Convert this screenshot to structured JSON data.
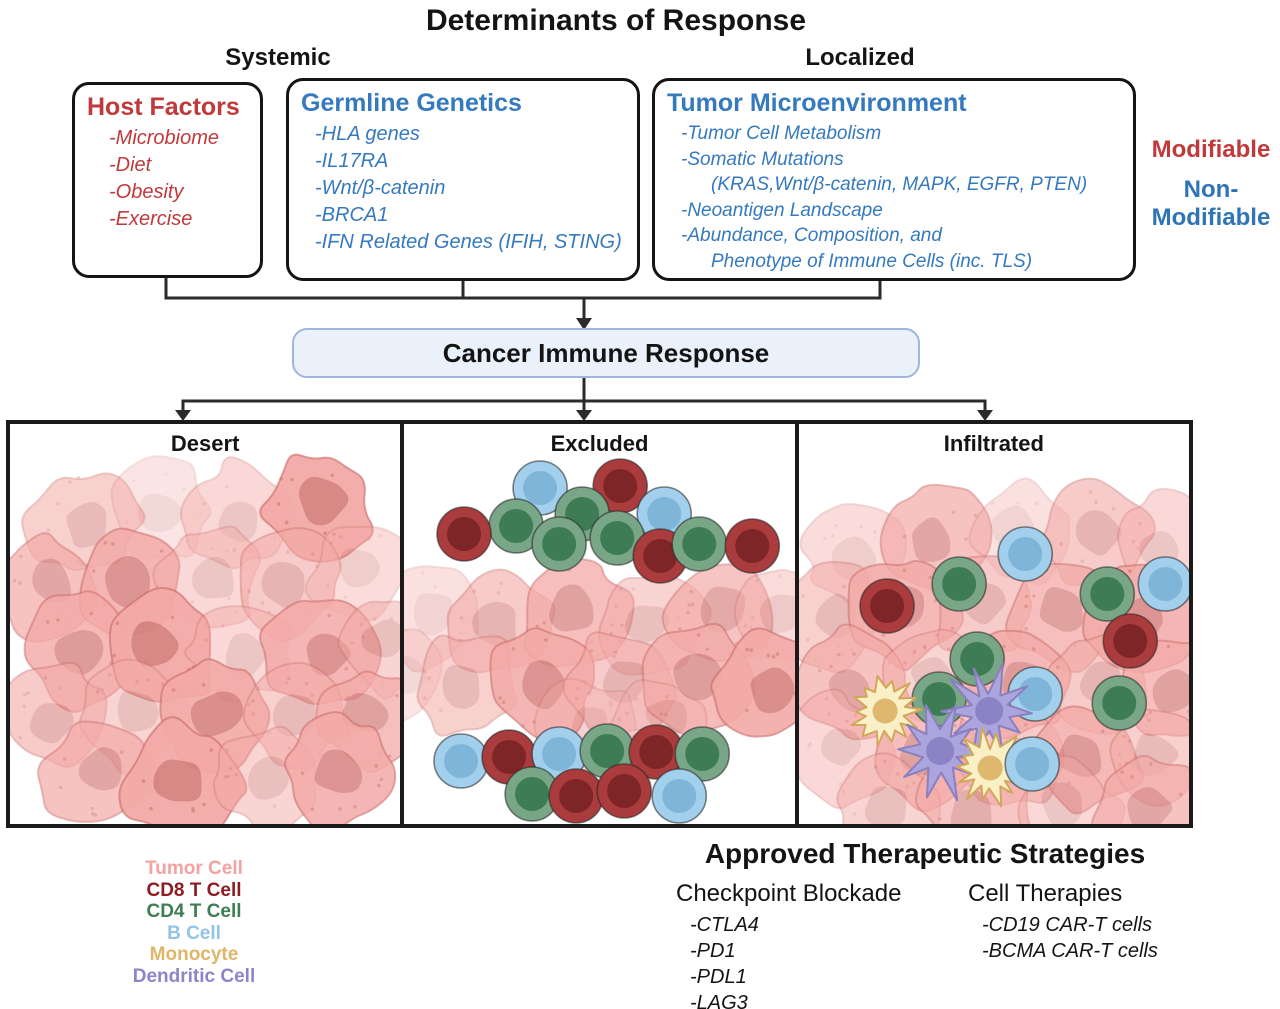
{
  "title": "Determinants of Response",
  "group_labels": {
    "systemic": "Systemic",
    "localized": "Localized"
  },
  "side_labels": {
    "modifiable": {
      "label": "Modifiable",
      "color": "#C0393B"
    },
    "non_modifiable": {
      "label": "Non-\nModifiable",
      "color": "#2E74B6"
    }
  },
  "boxes": [
    {
      "title": "Host Factors",
      "color": "#C0393B",
      "items": [
        {
          "text": "-Microbiome",
          "indent": 0
        },
        {
          "text": "-Diet",
          "indent": 0
        },
        {
          "text": "-Obesity",
          "indent": 0
        },
        {
          "text": "-Exercise",
          "indent": 0
        }
      ]
    },
    {
      "title": "Germline Genetics",
      "color": "#3579BE",
      "items": [
        {
          "text": "-HLA genes",
          "indent": 0
        },
        {
          "text": "-IL17RA",
          "indent": 0
        },
        {
          "text": "-Wnt/β-catenin",
          "indent": 0
        },
        {
          "text": "-BRCA1",
          "indent": 0
        },
        {
          "text": "-IFN Related Genes (IFIH, STING)",
          "indent": 0
        }
      ]
    },
    {
      "title": "Tumor Microenvironment",
      "color": "#3579BE",
      "items": [
        {
          "text": "-Tumor Cell Metabolism",
          "indent": 0
        },
        {
          "text": "-Somatic Mutations",
          "indent": 0
        },
        {
          "text": "(KRAS,Wnt/β-catenin, MAPK, EGFR, PTEN)",
          "indent": 1
        },
        {
          "text": "-Neoantigen Landscape",
          "indent": 0
        },
        {
          "text": "-Abundance, Composition, and",
          "indent": 0
        },
        {
          "text": "Phenotype of Immune Cells (inc. TLS)",
          "indent": 1
        }
      ]
    }
  ],
  "flow": {
    "central_node": "Cancer Immune Response"
  },
  "cell_legend": [
    {
      "label": "Tumor Cell",
      "color": "#F2A3A2"
    },
    {
      "label": "CD8 T Cell",
      "color": "#8C1D21"
    },
    {
      "label": "CD4 T Cell",
      "color": "#3F7D52"
    },
    {
      "label": "B Cell",
      "color": "#92C4E4"
    },
    {
      "label": "Monocyte",
      "color": "#E0B568"
    },
    {
      "label": "Dendritic Cell",
      "color": "#8D85C9"
    }
  ],
  "therapies": {
    "title": "Approved Therapeutic Strategies",
    "groups": [
      {
        "title": "Checkpoint Blockade",
        "items": [
          "-CTLA4",
          "-PD1",
          "-PDL1",
          "-LAG3"
        ]
      },
      {
        "title": "Cell Therapies",
        "items": [
          "-CD19 CAR-T cells",
          "-BCMA CAR-T cells"
        ]
      }
    ]
  },
  "palette": {
    "tumor": {
      "body": "#F3AAA7",
      "nucleus": "#D07C79",
      "stroke": "#C96B68"
    },
    "cd8": {
      "outer": "#AA3C3E",
      "inner": "#7E2527",
      "stroke": "#571416"
    },
    "cd4": {
      "outer": "#79A687",
      "inner": "#3E7C55",
      "stroke": "#2F5E41"
    },
    "b": {
      "outer": "#A2CFEC",
      "inner": "#7FB5D8",
      "stroke": "#5F93B8"
    },
    "mono": {
      "outer": "#FAF0C6",
      "inner": "#DFB76F",
      "stroke": "#D1A75B"
    },
    "dc": {
      "outer": "#ACA5DD",
      "inner": "#8B83C6",
      "stroke": "#8A80C0"
    },
    "flow_box_fill": "#EAF1FB",
    "flow_box_border": "#9FB6DC",
    "connector": "#2B2B2B"
  },
  "panels": [
    {
      "label": "Desert",
      "tumor_cells": [
        [
          72,
          100,
          52,
          0.55
        ],
        [
          150,
          88,
          50,
          0.3
        ],
        [
          228,
          92,
          50,
          0.45
        ],
        [
          308,
          80,
          54,
          0.95
        ],
        [
          38,
          162,
          50,
          0.7
        ],
        [
          118,
          158,
          54,
          0.85
        ],
        [
          198,
          155,
          50,
          0.45
        ],
        [
          278,
          158,
          52,
          0.6
        ],
        [
          352,
          148,
          48,
          0.4
        ],
        [
          68,
          228,
          52,
          0.8
        ],
        [
          150,
          225,
          56,
          0.95
        ],
        [
          232,
          224,
          50,
          0.45
        ],
        [
          312,
          226,
          54,
          0.85
        ],
        [
          378,
          222,
          48,
          0.5
        ],
        [
          42,
          292,
          50,
          0.6
        ],
        [
          122,
          290,
          52,
          0.5
        ],
        [
          204,
          290,
          55,
          0.9
        ],
        [
          284,
          290,
          50,
          0.55
        ],
        [
          358,
          295,
          50,
          0.75
        ],
        [
          88,
          352,
          52,
          0.7
        ],
        [
          170,
          356,
          55,
          0.95
        ],
        [
          254,
          352,
          50,
          0.5
        ],
        [
          330,
          350,
          52,
          0.85
        ]
      ],
      "immune_cells": []
    },
    {
      "label": "Excluded",
      "tumor_cells": [
        [
          25,
          190,
          50,
          0.35
        ],
        [
          98,
          198,
          52,
          0.6
        ],
        [
          172,
          192,
          54,
          0.75
        ],
        [
          246,
          198,
          50,
          0.5
        ],
        [
          318,
          192,
          52,
          0.68
        ],
        [
          380,
          188,
          48,
          0.42
        ],
        [
          -5,
          250,
          48,
          0.3
        ],
        [
          60,
          262,
          52,
          0.55
        ],
        [
          138,
          258,
          54,
          0.85
        ],
        [
          214,
          264,
          52,
          0.6
        ],
        [
          290,
          258,
          54,
          0.78
        ],
        [
          362,
          264,
          52,
          0.9
        ],
        [
          180,
          305,
          48,
          0.35
        ],
        [
          255,
          300,
          46,
          0.4
        ]
      ],
      "immune_cells": [
        [
          "b",
          136,
          64
        ],
        [
          "cd8",
          216,
          62
        ],
        [
          "b",
          260,
          90
        ],
        [
          "cd4",
          112,
          102
        ],
        [
          "cd4",
          178,
          90
        ],
        [
          "cd8",
          60,
          110
        ],
        [
          "cd4",
          155,
          120
        ],
        [
          "cd4",
          213,
          114
        ],
        [
          "cd8",
          256,
          132
        ],
        [
          "cd4",
          295,
          120
        ],
        [
          "cd8",
          348,
          122
        ],
        [
          "b",
          57,
          337
        ],
        [
          "cd8",
          105,
          333
        ],
        [
          "b",
          155,
          330
        ],
        [
          "cd4",
          203,
          327
        ],
        [
          "cd8",
          252,
          328
        ],
        [
          "cd4",
          298,
          330
        ],
        [
          "cd4",
          128,
          370
        ],
        [
          "cd8",
          172,
          372
        ],
        [
          "cd8",
          220,
          367
        ],
        [
          "b",
          275,
          372
        ]
      ]
    },
    {
      "label": "Infiltrated",
      "tumor_cells": [
        [
          58,
          130,
          50,
          0.4
        ],
        [
          138,
          115,
          52,
          0.7
        ],
        [
          222,
          108,
          50,
          0.35
        ],
        [
          300,
          112,
          52,
          0.6
        ],
        [
          366,
          122,
          48,
          0.45
        ],
        [
          28,
          196,
          50,
          0.55
        ],
        [
          104,
          188,
          54,
          0.8
        ],
        [
          184,
          182,
          52,
          0.6
        ],
        [
          264,
          188,
          54,
          0.75
        ],
        [
          340,
          192,
          52,
          0.85
        ],
        [
          58,
          260,
          52,
          0.7
        ],
        [
          138,
          255,
          50,
          0.5
        ],
        [
          218,
          258,
          54,
          0.8
        ],
        [
          298,
          260,
          50,
          0.6
        ],
        [
          368,
          262,
          52,
          0.75
        ],
        [
          44,
          325,
          50,
          0.45
        ],
        [
          124,
          326,
          52,
          0.75
        ],
        [
          208,
          330,
          52,
          0.6
        ],
        [
          288,
          332,
          52,
          0.8
        ],
        [
          362,
          330,
          50,
          0.55
        ],
        [
          88,
          382,
          50,
          0.5
        ],
        [
          178,
          386,
          52,
          0.65
        ],
        [
          268,
          386,
          50,
          0.45
        ],
        [
          348,
          386,
          52,
          0.7
        ]
      ],
      "immune_cells": [
        [
          "cd8",
          88,
          182
        ],
        [
          "cd4",
          160,
          160
        ],
        [
          "b",
          226,
          130
        ],
        [
          "cd4",
          308,
          170
        ],
        [
          "b",
          366,
          160
        ],
        [
          "cd8",
          331,
          217
        ],
        [
          "cd4",
          178,
          235
        ],
        [
          "cd4",
          140,
          275
        ],
        [
          "b",
          236,
          270
        ],
        [
          "cd4",
          320,
          279
        ],
        [
          "mono",
          86,
          287
        ],
        [
          "dc",
          190,
          287
        ],
        [
          "dc",
          141,
          327
        ],
        [
          "mono",
          191,
          344
        ],
        [
          "b",
          233,
          340
        ]
      ]
    }
  ]
}
